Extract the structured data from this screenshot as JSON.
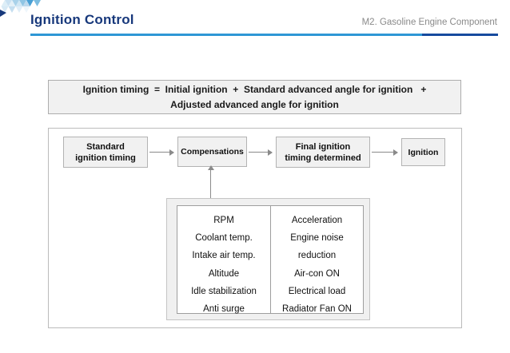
{
  "header": {
    "title": "Ignition Control",
    "subtitle": "M2. Gasoline Engine Component",
    "title_color": "#17387b",
    "subtitle_color": "#8a8a8a",
    "rule_light_color": "#2e97d5",
    "rule_dark_color": "#164a9e",
    "logo_icon": "triangle-mosaic-logo"
  },
  "formula": {
    "line1": "Ignition timing  =  Initial ignition  +  Standard advanced angle for ignition   +",
    "line2": "Adjusted advanced angle for ignition"
  },
  "flow": {
    "steps": [
      {
        "line1": "Standard",
        "line2": "ignition timing"
      },
      {
        "line1": "Compensations",
        "line2": ""
      },
      {
        "line1": "Final ignition",
        "line2": "timing determined"
      },
      {
        "line1": "Ignition",
        "line2": ""
      }
    ],
    "box_fill": "#f1f1f1",
    "box_border": "#b3b3b3",
    "arrow_color": "#8a8a8a"
  },
  "factors": {
    "left": [
      "RPM",
      "Coolant temp.",
      "Intake air temp.",
      "Altitude",
      "Idle stabilization",
      "Anti surge"
    ],
    "right": [
      "Acceleration",
      "Engine noise",
      "reduction",
      "Air-con ON",
      "Electrical load",
      "Radiator Fan ON"
    ]
  }
}
